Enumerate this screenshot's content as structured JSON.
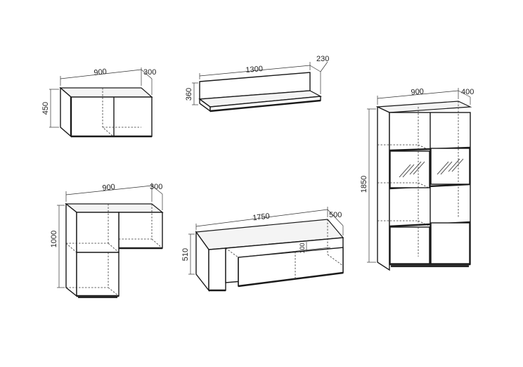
{
  "modules": {
    "wall_cabinet": {
      "width": "900",
      "depth": "300",
      "height": "450"
    },
    "shelf": {
      "width": "1300",
      "depth": "230",
      "height": "360"
    },
    "corner_unit": {
      "width": "900",
      "depth": "300",
      "height": "1000"
    },
    "tv_bench": {
      "width": "1750",
      "depth": "500",
      "height": "510",
      "inner_height": "100"
    },
    "tall_cabinet": {
      "width": "900",
      "depth": "400",
      "height": "1850"
    }
  }
}
